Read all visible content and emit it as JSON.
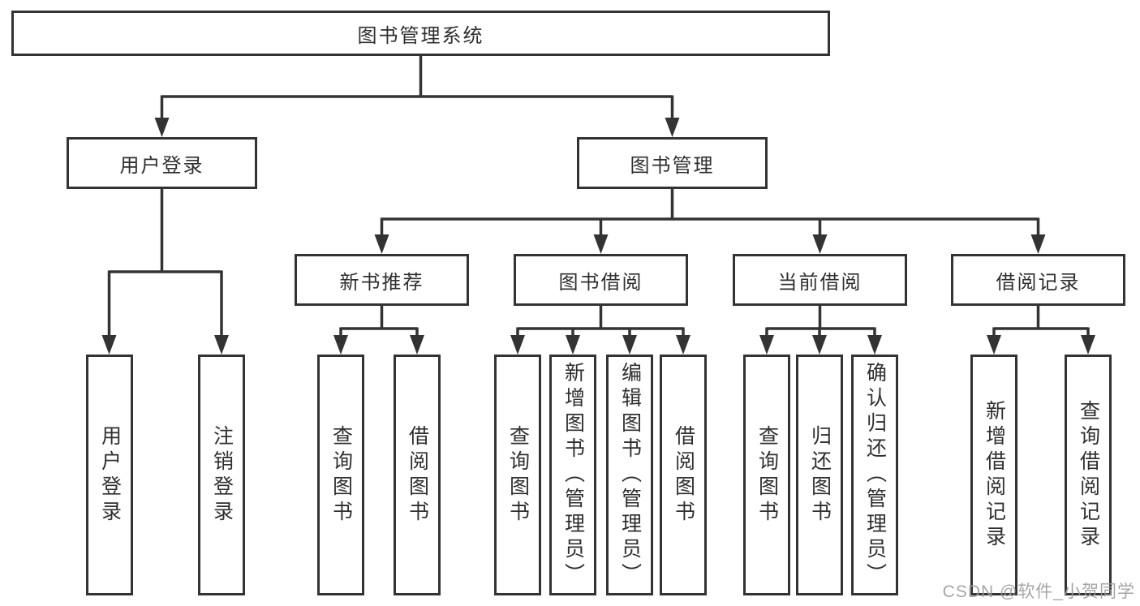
{
  "diagram": {
    "root": {
      "label": "图书管理系统"
    },
    "user_login": {
      "label": "用户登录",
      "children": [
        "用户登录",
        "注销登录"
      ]
    },
    "book_management": {
      "label": "图书管理",
      "new_book": {
        "label": "新书推荐",
        "children": [
          "查询图书",
          "借阅图书"
        ]
      },
      "borrow": {
        "label": "图书借阅",
        "children": [
          "查询图书",
          "新增图书（管理员）",
          "编辑图书（管理员）",
          "借阅图书"
        ]
      },
      "current": {
        "label": "当前借阅",
        "children": [
          "查询图书",
          "归还图书",
          "确认归还（管理员）"
        ]
      },
      "records": {
        "label": "借阅记录",
        "children": [
          "新增借阅记录",
          "查询借阅记录"
        ]
      }
    }
  },
  "watermark": {
    "text": "CSDN @软件_小贺同学"
  },
  "colors": {
    "line": "#333333",
    "text": "#2f2f2f",
    "watermark": "#9e9e9e",
    "background": "#ffffff"
  }
}
